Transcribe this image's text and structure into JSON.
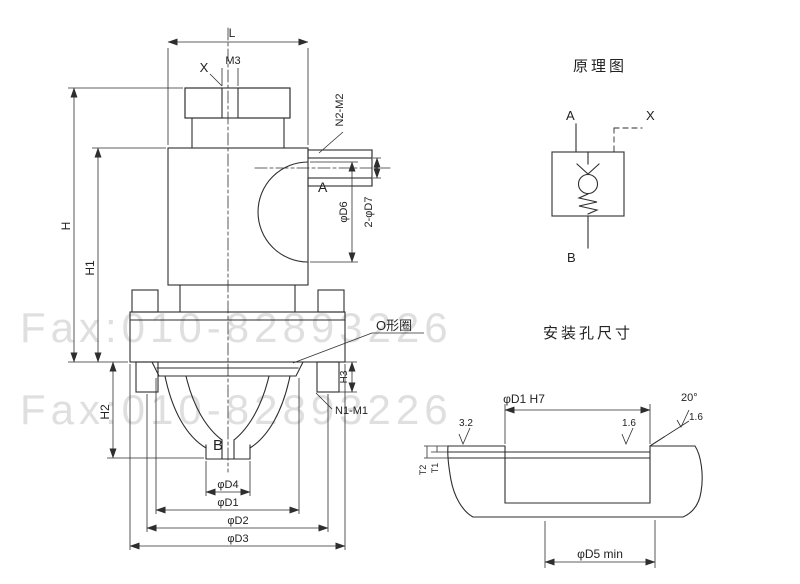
{
  "watermark": {
    "line1": "Fax:010-82893226",
    "line2": "Fax:010-82893226"
  },
  "main_view": {
    "dim_L": "L",
    "label_X": "X",
    "label_M3": "M3",
    "label_N2_M2": "N2-M2",
    "port_A": "A",
    "dim_D6": "φD6",
    "dim_D7": "2-φD7",
    "dim_H": "H",
    "dim_H1": "H1",
    "dim_H2": "H2",
    "dim_H3": "H3",
    "label_oring": "O形圈",
    "port_B": "B",
    "label_N1_M1": "N1-M1",
    "dim_D4": "φD4",
    "dim_D1": "φD1",
    "dim_D2": "φD2",
    "dim_D3": "φD3"
  },
  "schematic": {
    "title": "原理图",
    "port_A": "A",
    "port_X": "X",
    "port_B": "B"
  },
  "mounting": {
    "title": "安装孔尺寸",
    "dim_D1_H7": "φD1 H7",
    "angle": "20°",
    "rough_angle": "1.6",
    "rough_top": "3.2",
    "rough_bore": "1.6",
    "dim_T2": "T2",
    "dim_T1": "T1",
    "dim_D5": "φD5 min"
  }
}
